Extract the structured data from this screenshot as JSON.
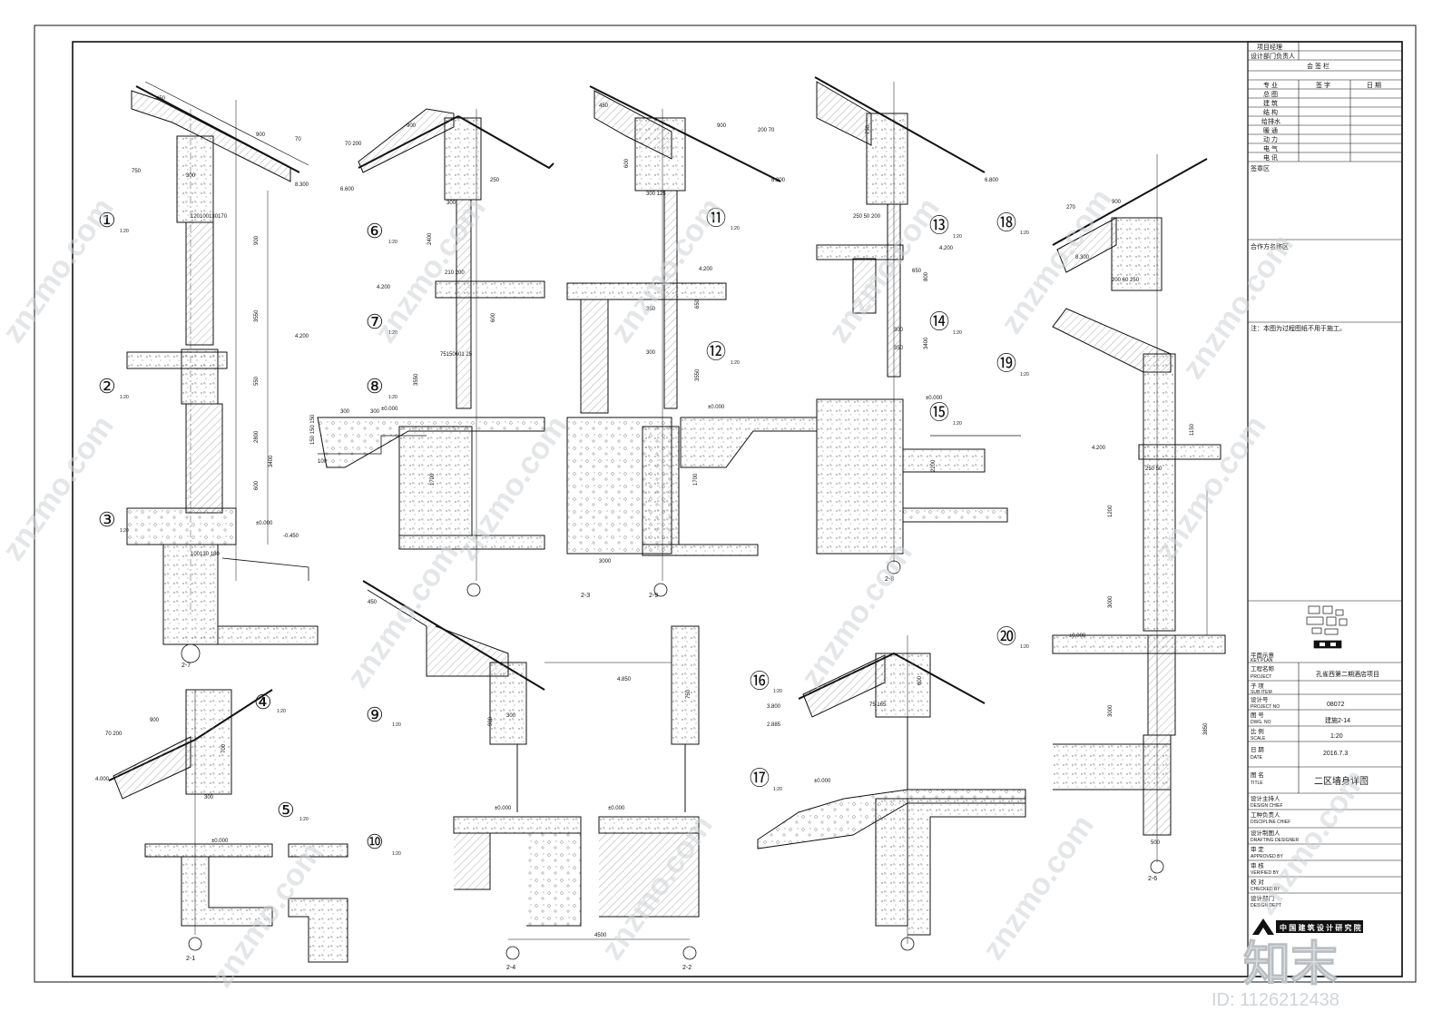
{
  "title_block": {
    "rows_top": [
      "项目经理",
      "设计部门负责人"
    ],
    "countersign_header": "会 签 栏",
    "col_headers": [
      "专 业",
      "签 字",
      "日 期"
    ],
    "disciplines": [
      "总 图",
      "建 筑",
      "结 构",
      "给排水",
      "暖 通",
      "动 力",
      "电 气",
      "电 讯"
    ],
    "seal_zone": "签章区",
    "client_zone": "合作方名称区",
    "note": "注：本图为过程图纸不用于施工。",
    "key_plan_label": "平面示意",
    "key_plan_label_en": "KEY PLAN",
    "project_label": "工程名称",
    "project_label_en": "PROJECT",
    "project_name": "孔雀西第二期酒店项目",
    "sub_item_label": "子 项",
    "sub_item_label_en": "SUB ITEM",
    "project_no_label": "设计号",
    "project_no_label_en": "PROJECT NO",
    "project_no": "08072",
    "dwg_no_label": "图 号",
    "dwg_no_label_en": "DWG. NO",
    "dwg_no": "建施2-14",
    "scale_label": "比 例",
    "scale_label_en": "SCALE",
    "scale": "1:20",
    "date_label": "日 期",
    "date_label_en": "DATE",
    "date": "2016.7.3",
    "title_label": "图 名",
    "title_label_en": "TITLE",
    "title": "二区墙身详图",
    "roles": [
      {
        "cn": "设计主持人",
        "en": "DESIGN CHIEF"
      },
      {
        "cn": "工种负责人",
        "en": "DISCIPLINE CHIEF"
      },
      {
        "cn": "设计制图人",
        "en": "DRAFTING DESIGNER"
      },
      {
        "cn": "审 定",
        "en": "APPROVED BY"
      },
      {
        "cn": "审 核",
        "en": "VERIFIED BY"
      },
      {
        "cn": "校 对",
        "en": "CHECKED BY"
      },
      {
        "cn": "设计部门",
        "en": "DESIGN DEPT"
      }
    ]
  },
  "detail_markers": [
    {
      "num": "①",
      "scale": "1:20"
    },
    {
      "num": "②",
      "scale": "1:20"
    },
    {
      "num": "③",
      "scale": "1:20"
    },
    {
      "num": "④",
      "scale": "1:20"
    },
    {
      "num": "⑤",
      "scale": "1:20"
    },
    {
      "num": "⑥",
      "scale": "1:20"
    },
    {
      "num": "⑦",
      "scale": "1:20"
    },
    {
      "num": "⑧",
      "scale": "1:20"
    },
    {
      "num": "⑨",
      "scale": "1:20"
    },
    {
      "num": "⑩",
      "scale": "1:20"
    },
    {
      "num": "⑪",
      "scale": "1:20"
    },
    {
      "num": "⑫",
      "scale": "1:20"
    },
    {
      "num": "⑬",
      "scale": "1:20"
    },
    {
      "num": "⑭",
      "scale": "1:20"
    },
    {
      "num": "⑮",
      "scale": "1:20"
    },
    {
      "num": "⑯",
      "scale": "1:20"
    },
    {
      "num": "⑰",
      "scale": "1:20"
    },
    {
      "num": "⑱",
      "scale": "1:20"
    },
    {
      "num": "⑲",
      "scale": "1:20"
    },
    {
      "num": "⑳",
      "scale": "1:20"
    }
  ],
  "axis_labels": [
    "2-7",
    "2-3",
    "2-9",
    "2-8",
    "2-1",
    "2-4",
    "2-2",
    "2-6"
  ],
  "dimensions": [
    "750",
    "900",
    "2400",
    "3550",
    "3400",
    "2800",
    "1700",
    "3000",
    "4500",
    "500",
    "650",
    "350",
    "300",
    "250",
    "1200",
    "3850",
    "8.300",
    "6.800",
    "4.200",
    "±0.000",
    "-0.450",
    "4.850",
    "3.800"
  ],
  "watermark": "znzmo.com",
  "brand": "知末",
  "image_id": "ID: 1126212438",
  "company_mark": "中 国 建 筑 设 计 研 究 院"
}
